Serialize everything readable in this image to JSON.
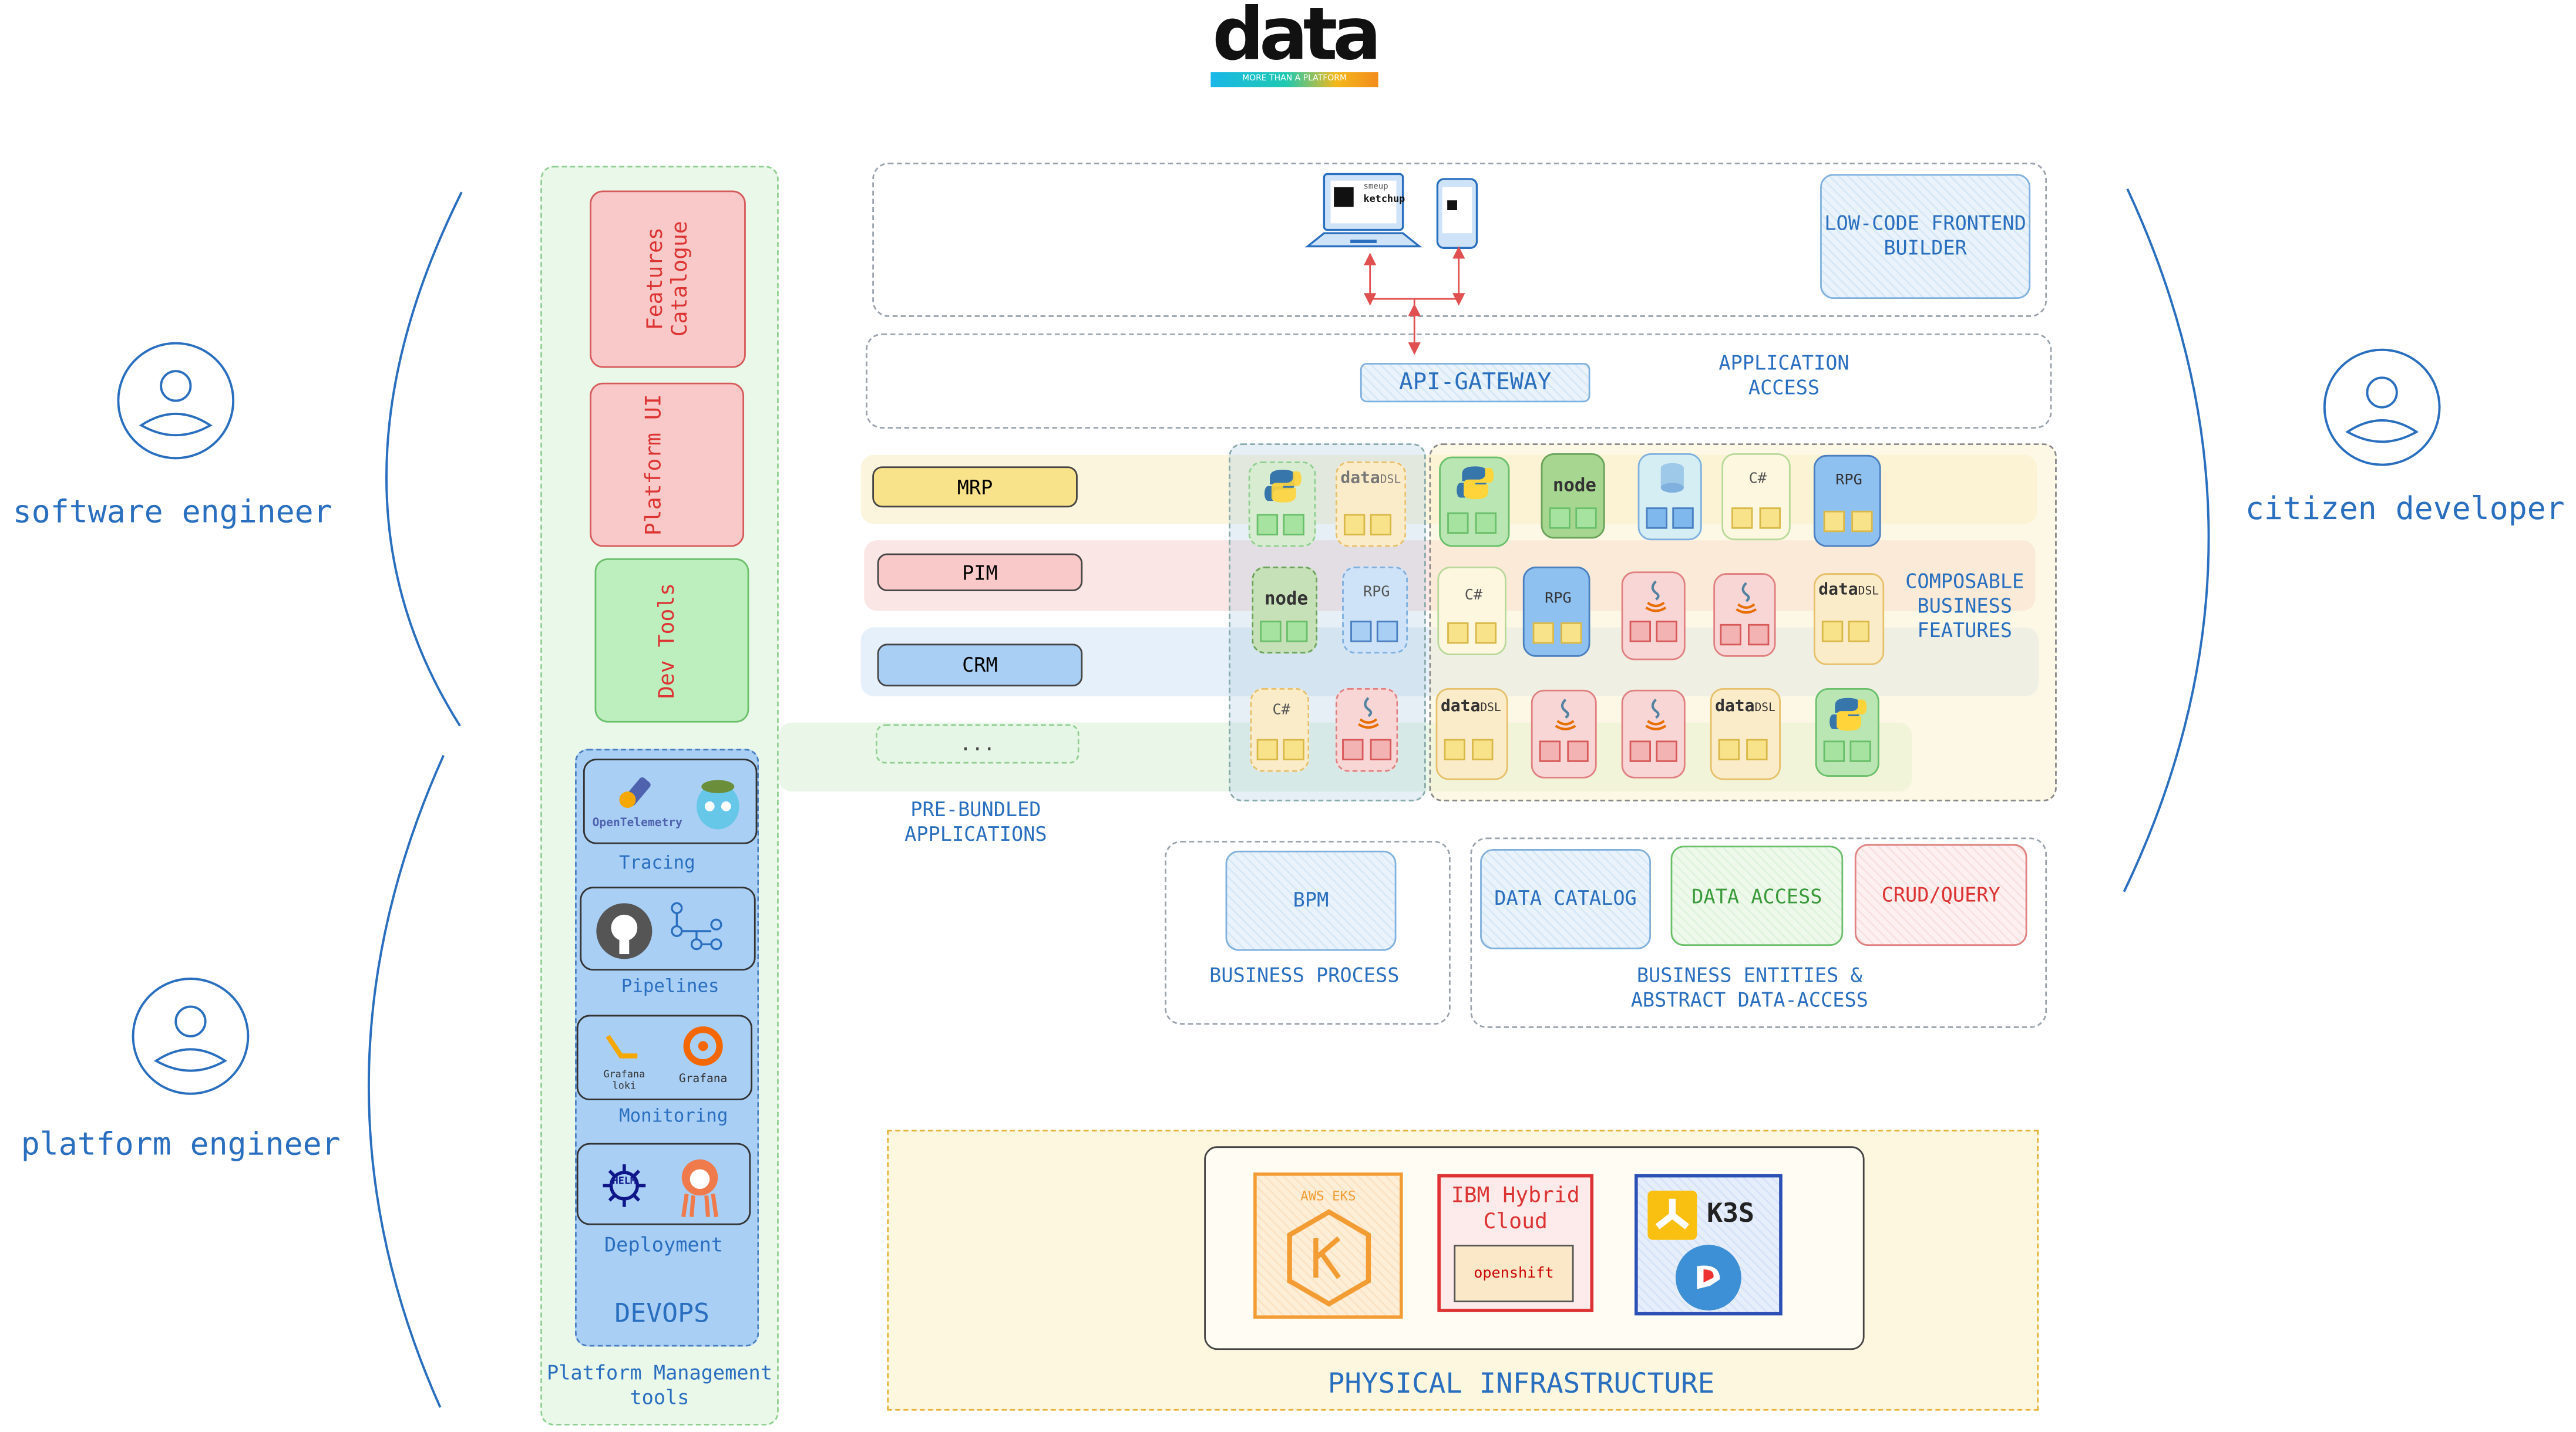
{
  "brand": {
    "logo_text": "data",
    "tagline": "MORE THAN A PLATFORM"
  },
  "personas": {
    "software_engineer": "software engineer",
    "platform_engineer": "platform engineer",
    "citizen_developer": "citizen developer"
  },
  "mgmt": {
    "features_catalogue": "Features Catalogue",
    "platform_ui": "Platform UI",
    "dev_tools": "Dev Tools",
    "tracing_label": "Tracing",
    "opentelemetry": "OpenTelemetry",
    "pipelines_label": "Pipelines",
    "monitoring_label": "Monitoring",
    "grafana_loki": "Grafana loki",
    "grafana": "Grafana",
    "deployment_label": "Deployment",
    "helm": "HELM",
    "devops": "DEVOPS",
    "platform_management_tools": "Platform Management tools"
  },
  "frontend": {
    "low_code": "LOW-CODE FRONTEND BUILDER",
    "ketchup": "ketchup",
    "smeup": "smeup"
  },
  "access": {
    "api_gateway": "API-GATEWAY",
    "application_access": "APPLICATION ACCESS"
  },
  "apps": {
    "mrp": "MRP",
    "pim": "PIM",
    "crm": "CRM",
    "more": "...",
    "prebundled": "PRE-BUNDLED APPLICATIONS"
  },
  "tiles": {
    "csharp": "C#",
    "rpg": "RPG",
    "node": "node",
    "data": "data",
    "dsl": "DSL"
  },
  "composable": "COMPOSABLE BUSINESS FEATURES",
  "bpm": {
    "label": "BPM",
    "business_process": "BUSINESS PROCESS"
  },
  "entities": {
    "data_catalog": "DATA CATALOG",
    "data_access": "DATA ACCESS",
    "crud_query": "CRUD/QUERY",
    "label": "BUSINESS ENTITIES & ABSTRACT DATA-ACCESS"
  },
  "infra": {
    "aws_eks": "AWS EKS",
    "ibm": "IBM Hybrid Cloud",
    "openshift": "openshift",
    "k3s": "K3S",
    "label": "PHYSICAL INFRASTRUCTURE"
  }
}
